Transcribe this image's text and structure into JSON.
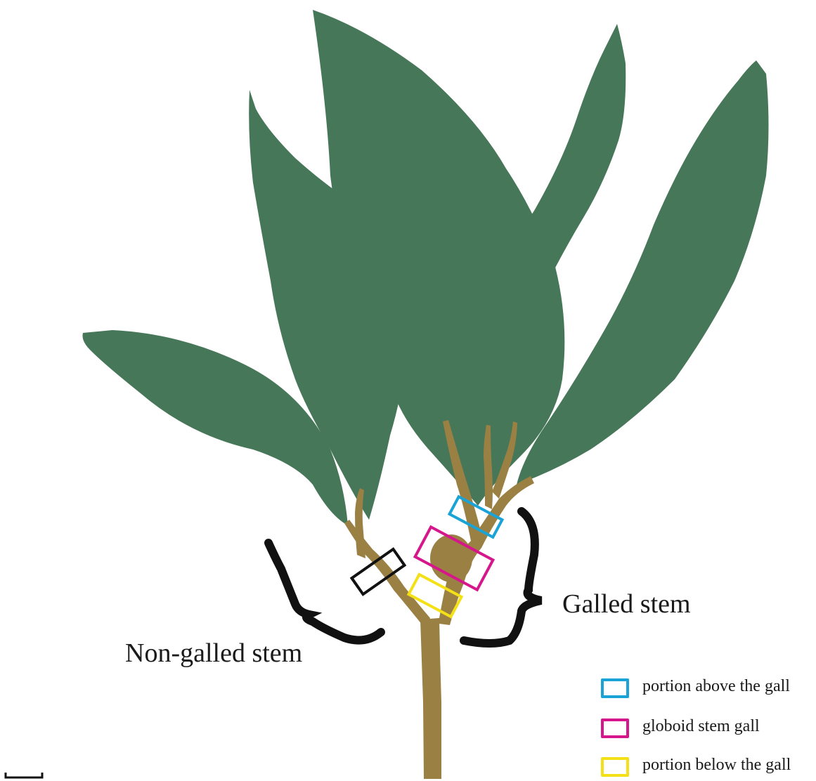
{
  "colors": {
    "leaf": "#477759",
    "stem": "#9b8044",
    "bracket": "#111111",
    "above_gall": "#1aa3d6",
    "globoid_gall": "#d6168b",
    "below_gall": "#f4e016",
    "non_galled_box": "#111111"
  },
  "labels": {
    "galled_stem": "Galled stem",
    "non_galled_stem": "Non-galled stem"
  },
  "legend": [
    {
      "color": "#1aa3d6",
      "text": "portion above the gall"
    },
    {
      "color": "#d6168b",
      "text": "globoid stem gall"
    },
    {
      "color": "#f4e016",
      "text": "portion below the gall"
    }
  ]
}
